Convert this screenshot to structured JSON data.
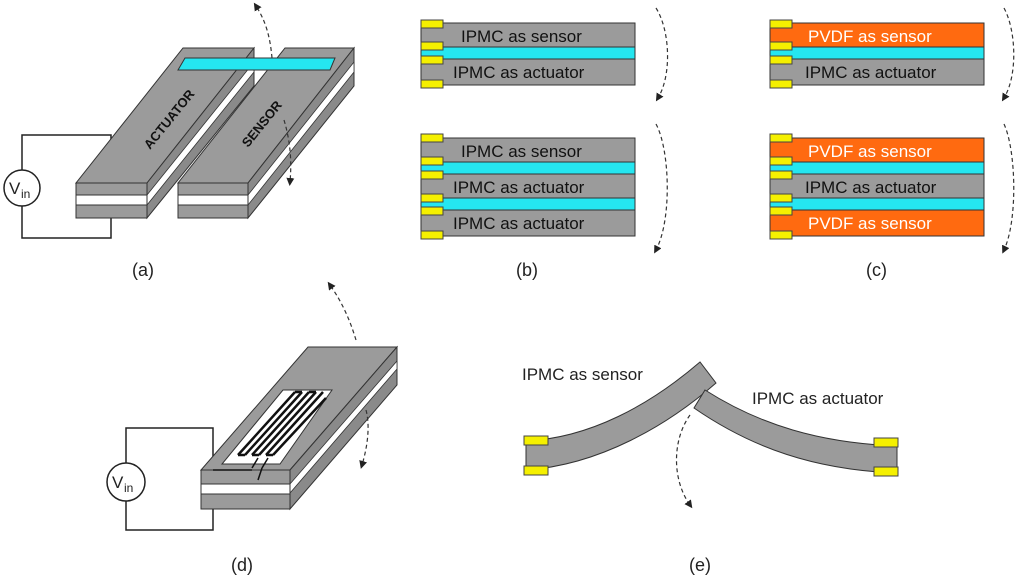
{
  "colors": {
    "gray": "#9b9b9b",
    "gray_dark": "#7f7f7f",
    "gray_top": "#8c8c8c",
    "cyan": "#25e6f0",
    "yellow": "#f5f000",
    "orange": "#ff6a10",
    "outline": "#333333"
  },
  "panel_a": {
    "caption": "(a)",
    "source_label": "V",
    "source_sub": "in",
    "actuator_label": "ACTUATOR",
    "sensor_label": "SENSOR"
  },
  "panel_b": {
    "caption": "(b)",
    "top_stack": [
      "IPMC as sensor",
      "IPMC as actuator"
    ],
    "bottom_stack": [
      "IPMC as sensor",
      "IPMC as actuator",
      "IPMC as actuator"
    ]
  },
  "panel_c": {
    "caption": "(c)",
    "top_stack": [
      "PVDF as sensor",
      "IPMC as actuator"
    ],
    "bottom_stack": [
      "PVDF as sensor",
      "IPMC as actuator",
      "PVDF as sensor"
    ]
  },
  "panel_d": {
    "caption": "(d)",
    "source_label": "V",
    "source_sub": "in"
  },
  "panel_e": {
    "caption": "(e)",
    "sensor_label": "IPMC as sensor",
    "actuator_label": "IPMC as actuator"
  }
}
